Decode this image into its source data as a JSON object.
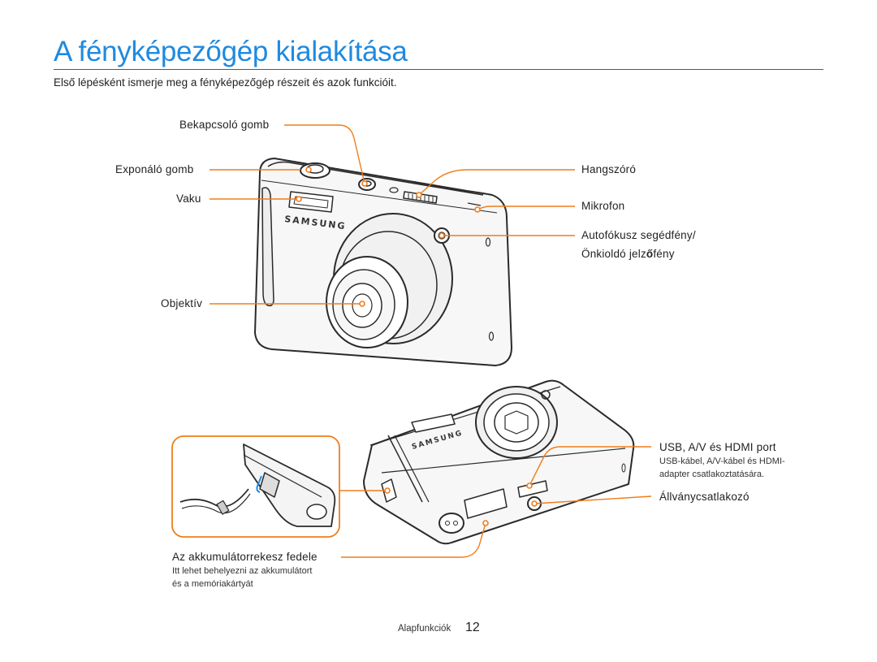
{
  "title_parts": {
    "before": "A fényképez",
    "accent": "ő",
    "after": "gép kialakítása"
  },
  "intro": "Első lépésként ismerje meg a fényképezőgép részeit és azok funkcióit.",
  "labels": {
    "power_button": "Bekapcsoló gomb",
    "shutter_button": "Exponáló gomb",
    "flash": "Vaku",
    "lens": "Objektív",
    "speaker": "Hangszóró",
    "microphone": "Mikrofon",
    "af_lamp_line1": "Autofókusz segédfény/",
    "af_lamp_line2_before": "Önkioldó jelz",
    "af_lamp_line2_accent": "ő",
    "af_lamp_line2_after": "fény",
    "usb_port": "USB, A/V és HDMI port",
    "usb_desc_line1": "USB-kábel, A/V-kábel és HDMI-",
    "usb_desc_line2": "adapter csatlakoztatására.",
    "tripod": "Állványcsatlakozó",
    "battery_cover": "Az akkumulátorrekesz fedele",
    "battery_desc_line1": "Itt lehet behelyezni az akkumulátort",
    "battery_desc_line2": "és a memóriakártyát"
  },
  "brand": "SAMSUNG",
  "footer": {
    "section": "Alapfunkciók",
    "page": "12"
  },
  "colors": {
    "accent_title": "#1f8ae0",
    "callout": "#f07d1a",
    "outline": "#2a2a2a"
  }
}
